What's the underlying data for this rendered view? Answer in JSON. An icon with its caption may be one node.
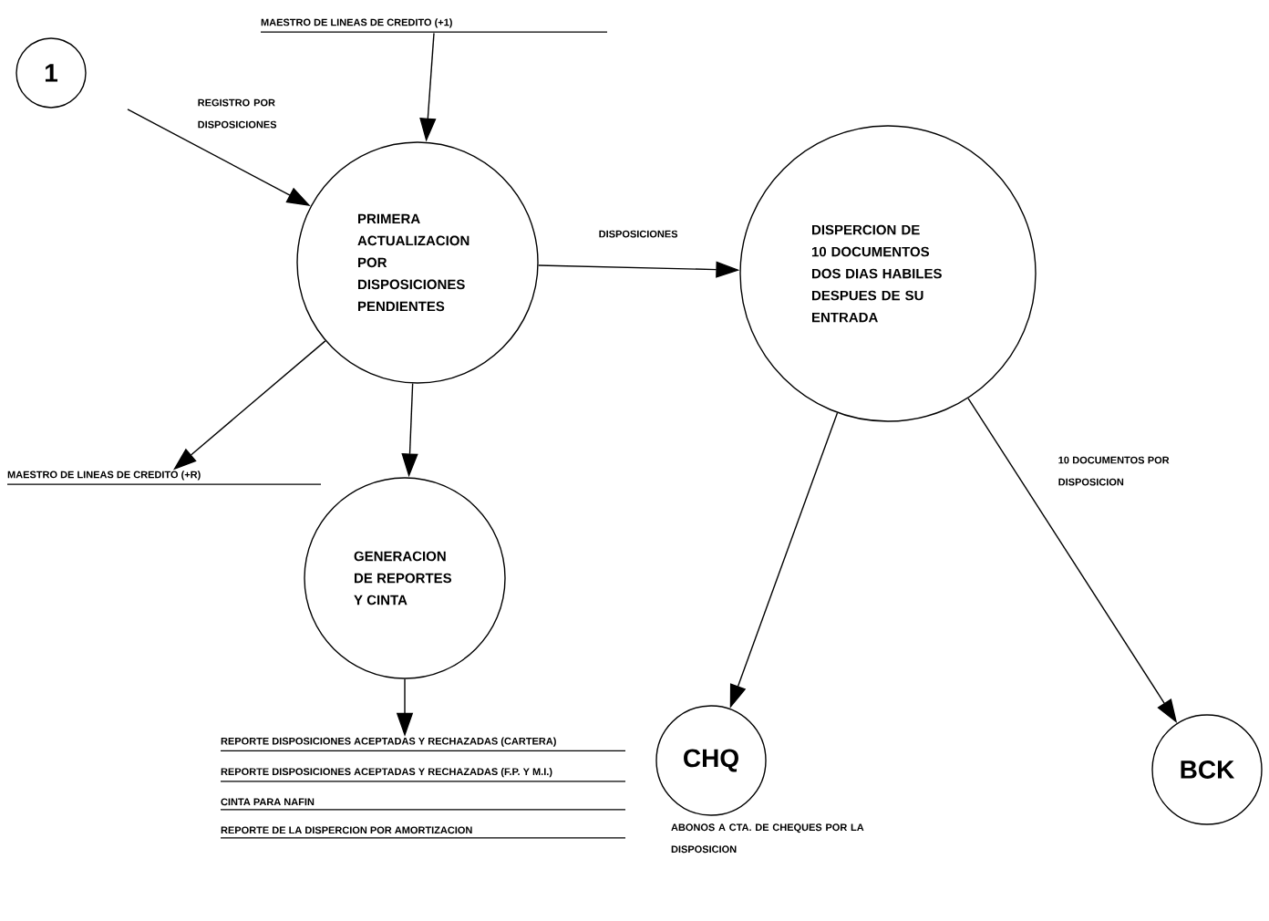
{
  "diagram": {
    "nodes": [
      {
        "text": [
          "1"
        ]
      },
      {
        "text": [
          "MAESTRO DE LINEAS DE CREDITO (+1)"
        ]
      },
      {
        "text": [
          "PRIMERA ACTUALIZACION POR DISPOSICIONES PENDIENTES"
        ]
      },
      {
        "text": [
          "DISPERCION DE 10 DOCUMENTOS DOS DIAS HABILES DESPUES DE SU ENTRADA"
        ]
      },
      {
        "text": [
          "MAESTRO DE LINEAS DE CREDITO (+R)"
        ]
      },
      {
        "text": [
          "GENERACION DE REPORTES Y CINTA"
        ]
      },
      {
        "text": [
          "REPORTE DISPOSICIONES ACEPTADAS Y RECHAZADAS (CARTERA)",
          "REPORTE DISPOSICIONES ACEPTADAS Y RECHAZADAS (F.P. Y M.I.)",
          "CINTA PARA NAFIN",
          "REPORTE DE LA DISPERCION POR AMORTIZACION"
        ]
      },
      {
        "text": [
          "CHQ"
        ],
        "beside": [
          "ABONOS A CTA. DE CHEQUES POR LA DISPOSICION"
        ]
      },
      {
        "text": [
          "BCK"
        ]
      }
    ],
    "edges": [
      {
        "from": null,
        "to": 2,
        "arrow": "to",
        "label": "REGISTRO POR DISPOSICIONES"
      },
      {
        "from": 1,
        "to": 2,
        "arrow": "to"
      },
      {
        "from": 2,
        "to": 3,
        "arrow": "to",
        "label": "DISPOSICIONES"
      },
      {
        "from": 2,
        "to": 4,
        "arrow": "to"
      },
      {
        "from": 2,
        "to": 5,
        "arrow": "to"
      },
      {
        "from": 5,
        "to": 6,
        "arrow": "to"
      },
      {
        "from": 3,
        "to": 7,
        "arrow": "to"
      },
      {
        "from": 3,
        "to": 8,
        "arrow": "to",
        "label": "10 DOCUMENTOS POR DISPOSICION"
      }
    ]
  }
}
